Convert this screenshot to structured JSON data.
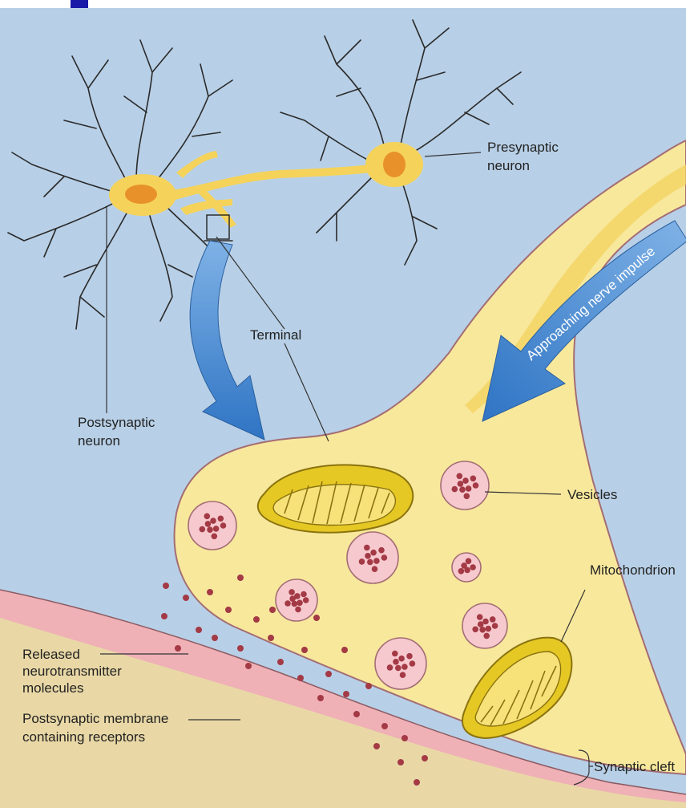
{
  "labels": {
    "presynaptic_neuron": [
      "Presynaptic",
      "neuron"
    ],
    "terminal": "Terminal",
    "approaching_impulse": "Approaching nerve impulse",
    "postsynaptic_neuron": [
      "Postsynaptic",
      "neuron"
    ],
    "vesicles": "Vesicles",
    "mitochondrion": "Mitochondrion",
    "released_neurotransmitter": [
      "Released",
      "neurotransmitter",
      "molecules"
    ],
    "postsynaptic_membrane": [
      "Postsynaptic membrane",
      "containing receptors"
    ],
    "synaptic_cleft": "Synaptic cleft"
  },
  "colors": {
    "background": "#b7cfe6",
    "neuron_fill": "#f5d35a",
    "nucleus": "#e8912a",
    "terminal_fill": "#f7e69a",
    "membrane_pink": "#f2a8b8",
    "vesicle_fill": "#f6c9cf",
    "transmitter_dot": "#a33a45",
    "mitochondrion": "#e6c824",
    "arrow_blue": "#3c84cf"
  }
}
